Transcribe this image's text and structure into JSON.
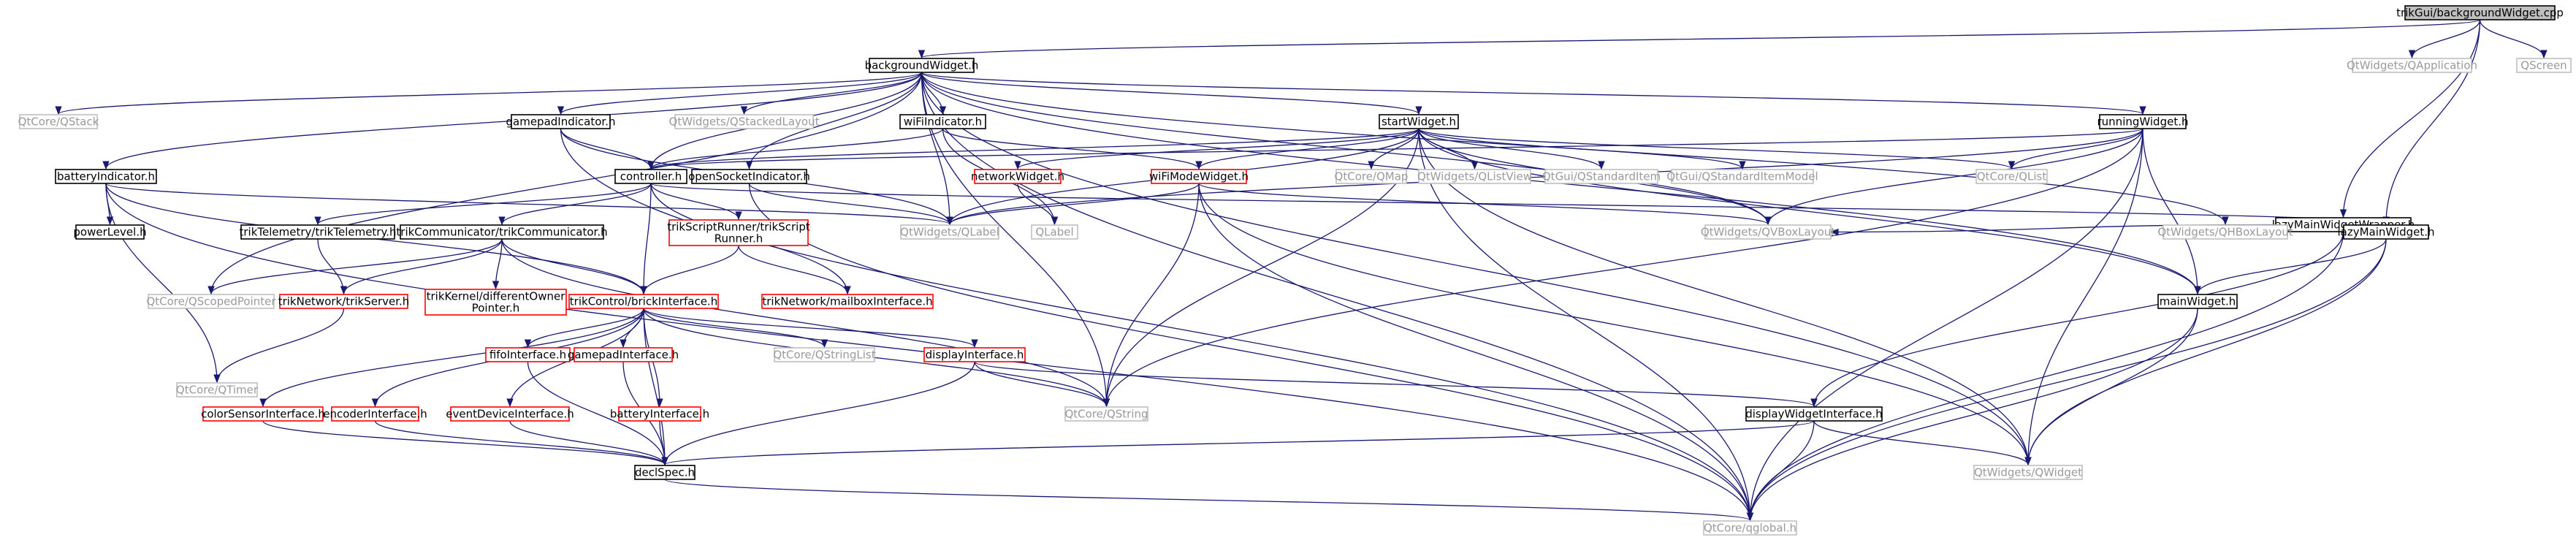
{
  "colors": {
    "edge": "#191970",
    "node_border_documented": "#000000",
    "node_border_external": "#bfbfbf",
    "node_border_truncated": "#ff0000",
    "root_fill": "#bfbfbf"
  },
  "nodes": [
    {
      "id": "root",
      "label": "trikGui/backgroundWidget.cpp",
      "style": "root",
      "lines": [
        "trikGui/backgroundWidget.cpp"
      ]
    },
    {
      "id": "qapp",
      "label": "QtWidgets/QApplication",
      "style": "grey",
      "lines": [
        "QtWidgets/QApplication"
      ]
    },
    {
      "id": "qscreen",
      "label": "QScreen",
      "style": "grey",
      "lines": [
        "QScreen"
      ]
    },
    {
      "id": "bgw",
      "label": "backgroundWidget.h",
      "style": "black",
      "lines": [
        "backgroundWidget.h"
      ]
    },
    {
      "id": "lmww",
      "label": "lazyMainWidgetWrapper.h",
      "style": "black",
      "lines": [
        "lazyMainWidgetWrapper.h"
      ]
    },
    {
      "id": "qstack",
      "label": "QtCore/QStack",
      "style": "grey",
      "lines": [
        "QtCore/QStack"
      ]
    },
    {
      "id": "gamepadind",
      "label": "gamepadIndicator.h",
      "style": "black",
      "lines": [
        "gamepadIndicator.h"
      ]
    },
    {
      "id": "qstacked",
      "label": "QtWidgets/QStackedLayout",
      "style": "grey",
      "lines": [
        "QtWidgets/QStackedLayout"
      ]
    },
    {
      "id": "wifiind",
      "label": "wiFiIndicator.h",
      "style": "black",
      "lines": [
        "wiFiIndicator.h"
      ]
    },
    {
      "id": "startw",
      "label": "startWidget.h",
      "style": "black",
      "lines": [
        "startWidget.h"
      ]
    },
    {
      "id": "runw",
      "label": "runningWidget.h",
      "style": "black",
      "lines": [
        "runningWidget.h"
      ]
    },
    {
      "id": "battind",
      "label": "batteryIndicator.h",
      "style": "black",
      "lines": [
        "batteryIndicator.h"
      ]
    },
    {
      "id": "controller",
      "label": "controller.h",
      "style": "black",
      "lines": [
        "controller.h"
      ]
    },
    {
      "id": "opensock",
      "label": "openSocketIndicator.h",
      "style": "black",
      "lines": [
        "openSocketIndicator.h"
      ]
    },
    {
      "id": "networkw",
      "label": "networkWidget.h",
      "style": "red",
      "lines": [
        "networkWidget.h"
      ]
    },
    {
      "id": "wifimode",
      "label": "wiFiModeWidget.h",
      "style": "red",
      "lines": [
        "wiFiModeWidget.h"
      ]
    },
    {
      "id": "qmap",
      "label": "QtCore/QMap",
      "style": "grey",
      "lines": [
        "QtCore/QMap"
      ]
    },
    {
      "id": "qlistview",
      "label": "QtWidgets/QListView",
      "style": "grey",
      "lines": [
        "QtWidgets/QListView"
      ]
    },
    {
      "id": "qstditem",
      "label": "QtGui/QStandardItem",
      "style": "grey",
      "lines": [
        "QtGui/QStandardItem"
      ]
    },
    {
      "id": "qstdmodel",
      "label": "QtGui/QStandardItemModel",
      "style": "grey",
      "lines": [
        "QtGui/QStandardItemModel"
      ]
    },
    {
      "id": "qlist",
      "label": "QtCore/QList",
      "style": "grey",
      "lines": [
        "QtCore/QList"
      ]
    },
    {
      "id": "powerlvl",
      "label": "powerLevel.h",
      "style": "black",
      "lines": [
        "powerLevel.h"
      ]
    },
    {
      "id": "telemetry",
      "label": "trikTelemetry/trikTelemetry.h",
      "style": "black",
      "lines": [
        "trikTelemetry/trikTelemetry.h"
      ]
    },
    {
      "id": "communicator",
      "label": "trikCommunicator/trikCommunicator.h",
      "style": "black",
      "lines": [
        "trikCommunicator/trikCommunicator.h"
      ]
    },
    {
      "id": "scriptrunner",
      "label": "trikScriptRunner/trikScriptRunner.h",
      "style": "red",
      "lines": [
        "trikScriptRunner/trikScript",
        "Runner.h"
      ]
    },
    {
      "id": "qlabel",
      "label": "QtWidgets/QLabel",
      "style": "grey",
      "lines": [
        "QtWidgets/QLabel"
      ]
    },
    {
      "id": "qlabel2",
      "label": "QLabel",
      "style": "grey",
      "lines": [
        "QLabel"
      ]
    },
    {
      "id": "qvbox",
      "label": "QtWidgets/QVBoxLayout",
      "style": "grey",
      "lines": [
        "QtWidgets/QVBoxLayout"
      ]
    },
    {
      "id": "qhbox",
      "label": "QtWidgets/QHBoxLayout",
      "style": "grey",
      "lines": [
        "QtWidgets/QHBoxLayout"
      ]
    },
    {
      "id": "lmw",
      "label": "lazyMainWidget.h",
      "style": "black",
      "lines": [
        "lazyMainWidget.h"
      ]
    },
    {
      "id": "qscoped",
      "label": "QtCore/QScopedPointer",
      "style": "grey",
      "lines": [
        "QtCore/QScopedPointer"
      ]
    },
    {
      "id": "trikserver",
      "label": "trikNetwork/trikServer.h",
      "style": "red",
      "lines": [
        "trikNetwork/trikServer.h"
      ]
    },
    {
      "id": "diffowner",
      "label": "trikKernel/differentOwnerPointer.h",
      "style": "red",
      "lines": [
        "trikKernel/differentOwner",
        "Pointer.h"
      ]
    },
    {
      "id": "brickif",
      "label": "trikControl/brickInterface.h",
      "style": "red",
      "lines": [
        "trikControl/brickInterface.h"
      ]
    },
    {
      "id": "mailbox",
      "label": "trikNetwork/mailboxInterface.h",
      "style": "red",
      "lines": [
        "trikNetwork/mailboxInterface.h"
      ]
    },
    {
      "id": "mainw",
      "label": "mainWidget.h",
      "style": "black",
      "lines": [
        "mainWidget.h"
      ]
    },
    {
      "id": "qtimer",
      "label": "QtCore/QTimer",
      "style": "grey",
      "lines": [
        "QtCore/QTimer"
      ]
    },
    {
      "id": "fifoif",
      "label": "fifoInterface.h",
      "style": "red",
      "lines": [
        "fifoInterface.h"
      ]
    },
    {
      "id": "gamepadif",
      "label": "gamepadInterface.h",
      "style": "red",
      "lines": [
        "gamepadInterface.h"
      ]
    },
    {
      "id": "qstrlist",
      "label": "QtCore/QStringList",
      "style": "grey",
      "lines": [
        "QtCore/QStringList"
      ]
    },
    {
      "id": "displayif",
      "label": "displayInterface.h",
      "style": "red",
      "lines": [
        "displayInterface.h"
      ]
    },
    {
      "id": "colorsensor",
      "label": "colorSensorInterface.h",
      "style": "red",
      "lines": [
        "colorSensorInterface.h"
      ]
    },
    {
      "id": "encoderif",
      "label": "encoderInterface.h",
      "style": "red",
      "lines": [
        "encoderInterface.h"
      ]
    },
    {
      "id": "eventdevice",
      "label": "eventDeviceInterface.h",
      "style": "red",
      "lines": [
        "eventDeviceInterface.h"
      ]
    },
    {
      "id": "batteryif",
      "label": "batteryInterface.h",
      "style": "red",
      "lines": [
        "batteryInterface.h"
      ]
    },
    {
      "id": "qstring",
      "label": "QtCore/QString",
      "style": "grey",
      "lines": [
        "QtCore/QString"
      ]
    },
    {
      "id": "displaywidgetif",
      "label": "displayWidgetInterface.h",
      "style": "black",
      "lines": [
        "displayWidgetInterface.h"
      ]
    },
    {
      "id": "declspec",
      "label": "declSpec.h",
      "style": "black",
      "lines": [
        "declSpec.h"
      ]
    },
    {
      "id": "qwidget",
      "label": "QtWidgets/QWidget",
      "style": "grey",
      "lines": [
        "QtWidgets/QWidget"
      ]
    },
    {
      "id": "qglobal",
      "label": "QtCore/qglobal.h",
      "style": "grey",
      "lines": [
        "QtCore/qglobal.h"
      ]
    }
  ],
  "edges": [
    [
      "root",
      "bgw"
    ],
    [
      "root",
      "qapp"
    ],
    [
      "root",
      "qscreen"
    ],
    [
      "root",
      "lmww"
    ],
    [
      "root",
      "lmw"
    ],
    [
      "bgw",
      "qstack"
    ],
    [
      "bgw",
      "gamepadind"
    ],
    [
      "bgw",
      "qstacked"
    ],
    [
      "bgw",
      "wifiind"
    ],
    [
      "bgw",
      "startw"
    ],
    [
      "bgw",
      "runw"
    ],
    [
      "bgw",
      "battind"
    ],
    [
      "bgw",
      "controller"
    ],
    [
      "bgw",
      "opensock"
    ],
    [
      "bgw",
      "qscoped"
    ],
    [
      "bgw",
      "qlabel"
    ],
    [
      "bgw",
      "qvbox"
    ],
    [
      "bgw",
      "qhbox"
    ],
    [
      "bgw",
      "qwidget"
    ],
    [
      "bgw",
      "qglobal"
    ],
    [
      "bgw",
      "qstring"
    ],
    [
      "bgw",
      "mainw"
    ],
    [
      "gamepadind",
      "controller"
    ],
    [
      "gamepadind",
      "qlabel"
    ],
    [
      "gamepadind",
      "qglobal"
    ],
    [
      "wifiind",
      "controller"
    ],
    [
      "wifiind",
      "qlabel2"
    ],
    [
      "wifiind",
      "wifimode"
    ],
    [
      "startw",
      "controller"
    ],
    [
      "startw",
      "networkw"
    ],
    [
      "startw",
      "wifimode"
    ],
    [
      "startw",
      "qmap"
    ],
    [
      "startw",
      "qlistview"
    ],
    [
      "startw",
      "qstditem"
    ],
    [
      "startw",
      "qstdmodel"
    ],
    [
      "startw",
      "qlist"
    ],
    [
      "startw",
      "qlabel"
    ],
    [
      "startw",
      "qvbox"
    ],
    [
      "startw",
      "qstring"
    ],
    [
      "startw",
      "mainw"
    ],
    [
      "startw",
      "qwidget"
    ],
    [
      "startw",
      "qglobal"
    ],
    [
      "runw",
      "controller"
    ],
    [
      "runw",
      "qlist"
    ],
    [
      "runw",
      "qvbox"
    ],
    [
      "runw",
      "qlabel"
    ],
    [
      "runw",
      "mainw"
    ],
    [
      "runw",
      "qwidget"
    ],
    [
      "runw",
      "qglobal"
    ],
    [
      "runw",
      "qstring"
    ],
    [
      "battind",
      "powerlvl"
    ],
    [
      "battind",
      "brickif"
    ],
    [
      "battind",
      "qtimer"
    ],
    [
      "battind",
      "qlabel"
    ],
    [
      "battind",
      "qglobal"
    ],
    [
      "controller",
      "telemetry"
    ],
    [
      "controller",
      "communicator"
    ],
    [
      "controller",
      "scriptrunner"
    ],
    [
      "controller",
      "brickif"
    ],
    [
      "controller",
      "mailbox"
    ],
    [
      "controller",
      "lmw"
    ],
    [
      "opensock",
      "qlabel"
    ],
    [
      "opensock",
      "qglobal"
    ],
    [
      "networkw",
      "qlabel2"
    ],
    [
      "wifimode",
      "qlabel"
    ],
    [
      "wifimode",
      "qvbox"
    ],
    [
      "wifimode",
      "qstring"
    ],
    [
      "wifimode",
      "qwidget"
    ],
    [
      "wifimode",
      "qglobal"
    ],
    [
      "telemetry",
      "trikserver"
    ],
    [
      "communicator",
      "qscoped"
    ],
    [
      "communicator",
      "trikserver"
    ],
    [
      "communicator",
      "diffowner"
    ],
    [
      "communicator",
      "brickif"
    ],
    [
      "communicator",
      "qstring"
    ],
    [
      "scriptrunner",
      "brickif"
    ],
    [
      "scriptrunner",
      "mailbox"
    ],
    [
      "trikserver",
      "qtimer"
    ],
    [
      "brickif",
      "colorsensor"
    ],
    [
      "brickif",
      "encoderif"
    ],
    [
      "brickif",
      "eventdevice"
    ],
    [
      "brickif",
      "fifoif"
    ],
    [
      "brickif",
      "gamepadif"
    ],
    [
      "brickif",
      "batteryif"
    ],
    [
      "brickif",
      "qstrlist"
    ],
    [
      "brickif",
      "displayif"
    ],
    [
      "brickif",
      "declspec"
    ],
    [
      "brickif",
      "qstring"
    ],
    [
      "fifoif",
      "declspec"
    ],
    [
      "gamepadif",
      "declspec"
    ],
    [
      "batteryif",
      "declspec"
    ],
    [
      "colorsensor",
      "declspec"
    ],
    [
      "encoderif",
      "declspec"
    ],
    [
      "eventdevice",
      "declspec"
    ],
    [
      "displayif",
      "qstring"
    ],
    [
      "displayif",
      "declspec"
    ],
    [
      "displayif",
      "displaywidgetif"
    ],
    [
      "lmww",
      "qvbox"
    ],
    [
      "lmww",
      "qhbox"
    ],
    [
      "lmww",
      "lmw"
    ],
    [
      "lmww",
      "displaywidgetif"
    ],
    [
      "lmww",
      "qglobal"
    ],
    [
      "lmw",
      "mainw"
    ],
    [
      "lmw",
      "qwidget"
    ],
    [
      "lmw",
      "qglobal"
    ],
    [
      "mainw",
      "qwidget"
    ],
    [
      "mainw",
      "qglobal"
    ],
    [
      "displaywidgetif",
      "declspec"
    ],
    [
      "displaywidgetif",
      "qwidget"
    ],
    [
      "displaywidgetif",
      "qglobal"
    ],
    [
      "declspec",
      "qglobal"
    ]
  ]
}
